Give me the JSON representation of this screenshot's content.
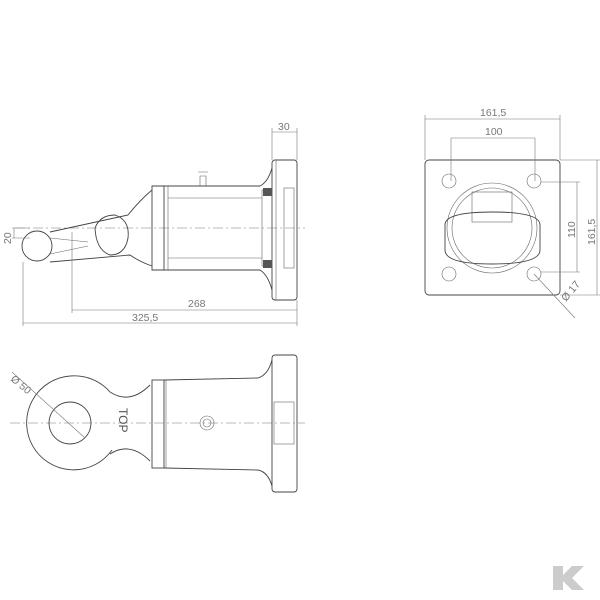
{
  "side_view": {
    "dim_width": "30",
    "dim_ball": "20",
    "dim_268": "268",
    "dim_total": "325,5"
  },
  "front_view": {
    "dim_outer_w": "161,5",
    "dim_hole_w": "100",
    "dim_hole_h": "110",
    "dim_outer_h": "161,5",
    "dim_hole_dia": "Ø 17"
  },
  "top_view": {
    "dim_eye": "Ø 50",
    "label_top": "TOP"
  },
  "logo": {
    "text": "K",
    "color": "#cccccc"
  }
}
